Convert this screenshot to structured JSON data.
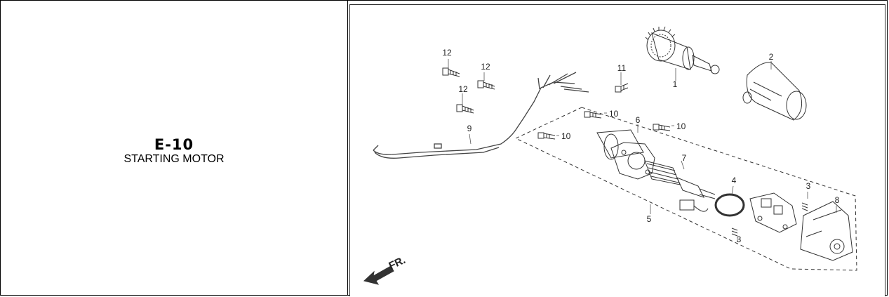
{
  "section": {
    "code": "E-10",
    "name": "STARTING MOTOR"
  },
  "diagram": {
    "direction_label": "FR.",
    "callouts": [
      "1",
      "2",
      "3",
      "3",
      "4",
      "5",
      "6",
      "7",
      "8",
      "9",
      "10",
      "10",
      "10",
      "11",
      "12",
      "12",
      "12"
    ]
  }
}
